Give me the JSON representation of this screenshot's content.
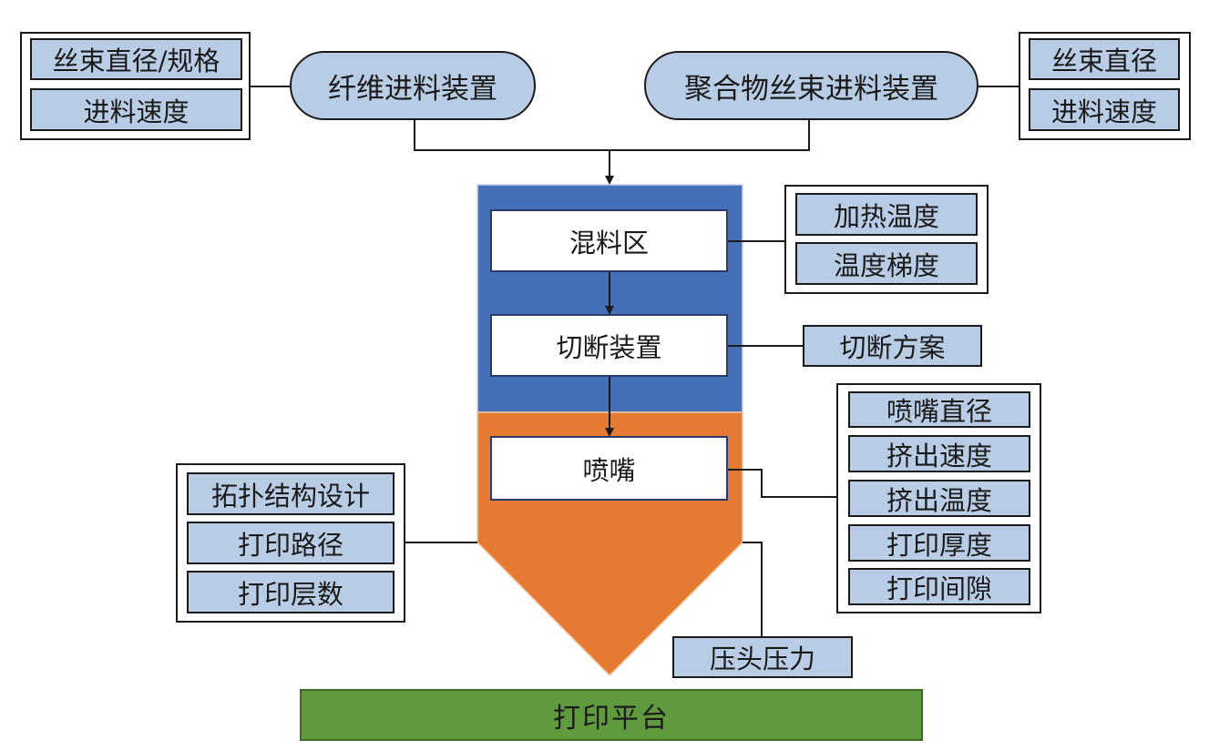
{
  "colors": {
    "param_fill": "#b9cce6",
    "mixing_zone": "#4470b8",
    "nozzle_zone": "#e57a33",
    "platform": "#5f9a3c",
    "outline": "#1a1a1a"
  },
  "feeders": {
    "fiber": "纤维进料装置",
    "polymer": "聚合物丝束进料装置"
  },
  "fiber_params": [
    "丝束直径/规格",
    "进料速度"
  ],
  "polymer_params": [
    "丝束直径",
    "进料速度"
  ],
  "stages": {
    "mixing": "混料区",
    "cutting": "切断装置",
    "nozzle": "喷嘴"
  },
  "mixing_params": [
    "加热温度",
    "温度梯度"
  ],
  "cutting_param": "切断方案",
  "nozzle_params": [
    "喷嘴直径",
    "挤出速度",
    "挤出温度",
    "打印厚度",
    "打印间隙"
  ],
  "design_params": [
    "拓扑结构设计",
    "打印路径",
    "打印层数"
  ],
  "pressure_param": "压头压力",
  "platform": "打印平台"
}
